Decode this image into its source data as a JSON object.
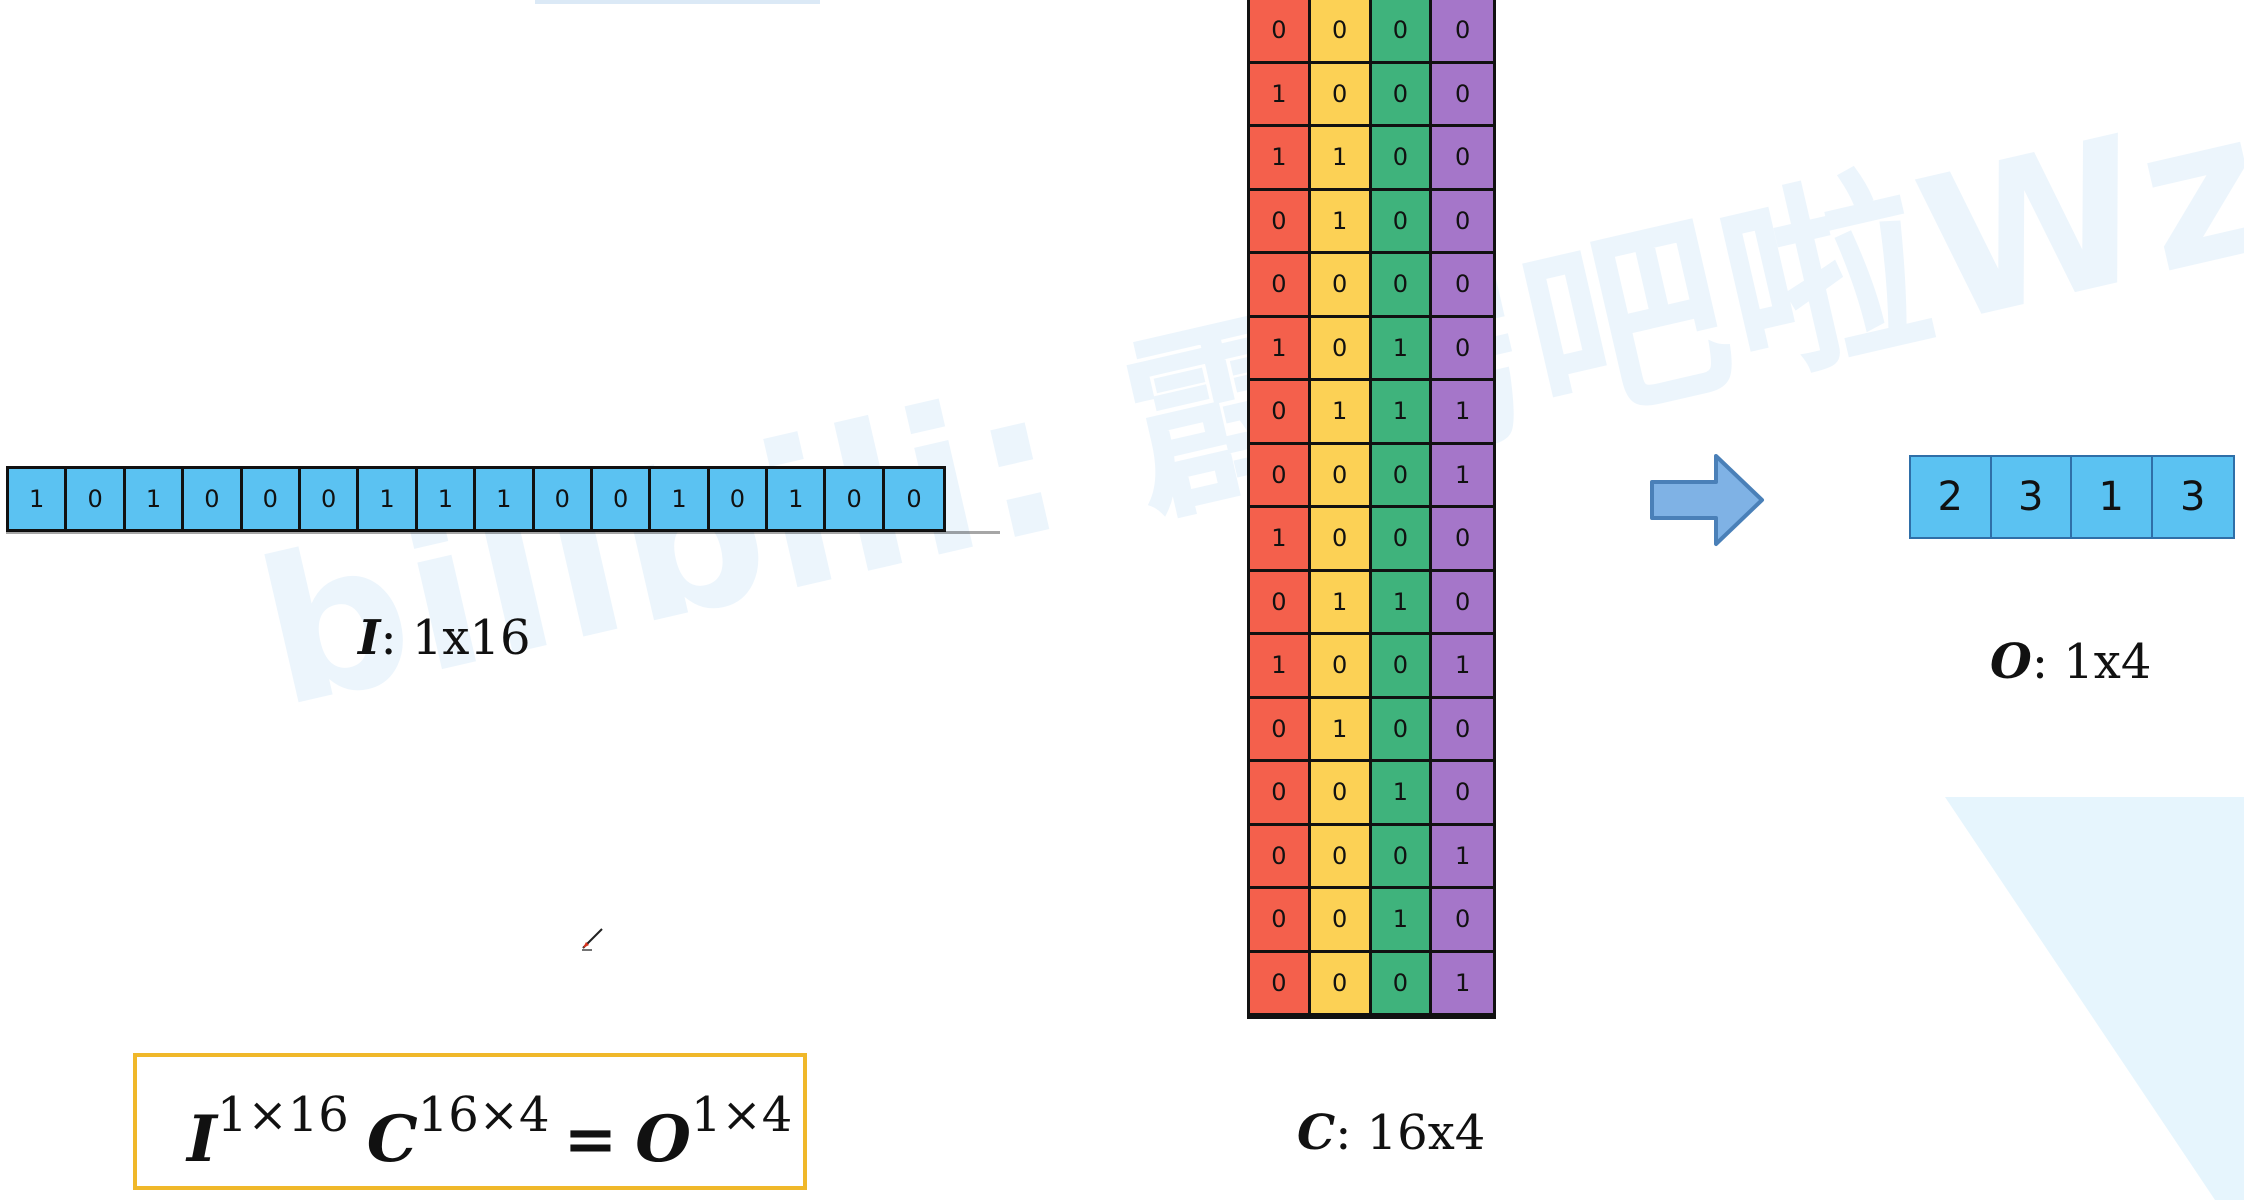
{
  "watermark": "bilibili: 霹雳吧啦Wz",
  "input_vector": {
    "symbol": "I",
    "dims": ": 1x16",
    "values": [
      "1",
      "0",
      "1",
      "0",
      "0",
      "0",
      "1",
      "1",
      "1",
      "0",
      "0",
      "1",
      "0",
      "1",
      "0",
      "0"
    ],
    "fill_color": "#5bc2f2"
  },
  "matrix_C": {
    "symbol": "C",
    "dims": ": 16x4",
    "column_colors": [
      "#f4604c",
      "#fcd155",
      "#3fb37c",
      "#a576c9"
    ],
    "rows": [
      [
        "0",
        "0",
        "0",
        "0"
      ],
      [
        "1",
        "0",
        "0",
        "0"
      ],
      [
        "1",
        "1",
        "0",
        "0"
      ],
      [
        "0",
        "1",
        "0",
        "0"
      ],
      [
        "0",
        "0",
        "0",
        "0"
      ],
      [
        "1",
        "0",
        "1",
        "0"
      ],
      [
        "0",
        "1",
        "1",
        "1"
      ],
      [
        "0",
        "0",
        "0",
        "1"
      ],
      [
        "1",
        "0",
        "0",
        "0"
      ],
      [
        "0",
        "1",
        "1",
        "0"
      ],
      [
        "1",
        "0",
        "0",
        "1"
      ],
      [
        "0",
        "1",
        "0",
        "0"
      ],
      [
        "0",
        "0",
        "1",
        "0"
      ],
      [
        "0",
        "0",
        "0",
        "1"
      ],
      [
        "0",
        "0",
        "1",
        "0"
      ],
      [
        "0",
        "0",
        "0",
        "1"
      ]
    ]
  },
  "arrow": {
    "icon": "right-arrow-icon",
    "fill_color": "#7fb2e5",
    "stroke_color": "#4a80b8"
  },
  "output_vector": {
    "symbol": "O",
    "dims": ": 1x4",
    "values": [
      "2",
      "3",
      "1",
      "3"
    ],
    "fill_color": "#5bc2f2"
  },
  "formula": {
    "I": "I",
    "I_sup": "1×16",
    "C": "C",
    "C_sup": "16×4",
    "equals": "=",
    "O": "O",
    "O_sup": "1×4",
    "border_color": "#f0b82a"
  },
  "cursor": {
    "icon": "pen-cursor-icon"
  }
}
